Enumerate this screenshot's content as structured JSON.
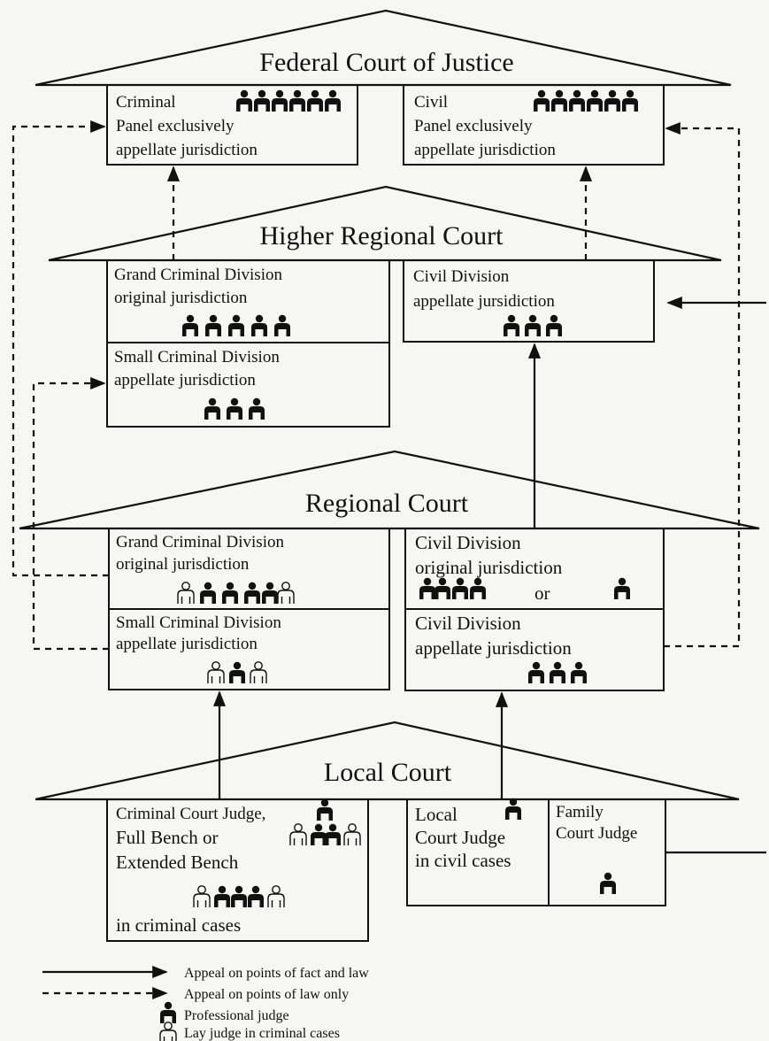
{
  "federal": {
    "title": "Federal Court of Justice",
    "criminal": [
      "Criminal",
      "Panel exclusively",
      "appellate jurisdiction"
    ],
    "civil": [
      "Civil",
      "Panel exclusively",
      "appellate jurisdiction"
    ]
  },
  "higher": {
    "title": "Higher Regional Court",
    "grand": [
      "Grand Criminal Division",
      "original jurisdiction"
    ],
    "small": [
      "Small Criminal Division",
      "appellate jurisdiction"
    ],
    "civil": [
      "Civil Division",
      "appellate jursidiction"
    ]
  },
  "regional": {
    "title": "Regional Court",
    "grand": [
      "Grand Criminal Division",
      "original jurisdiction"
    ],
    "small": [
      "Small Criminal Division",
      "appellate jurisdiction"
    ],
    "civil_orig": [
      "Civil Division",
      "original jurisdiction"
    ],
    "civil_or": "or",
    "civil_app": [
      "Civil Division",
      "appellate jurisdiction"
    ]
  },
  "local": {
    "title": "Local Court",
    "criminal": [
      "Criminal Court Judge,",
      "Full Bench or",
      "Extended Bench",
      "in criminal cases"
    ],
    "civil": [
      "Local",
      "Court Judge",
      "in civil cases"
    ],
    "family": [
      "Family",
      "Court Judge"
    ]
  },
  "legend": {
    "solid": "Appeal on points of fact and law",
    "dashed": "Appeal on points of law only",
    "professional": "Professional judge",
    "lay": "Lay judge in criminal cases"
  }
}
